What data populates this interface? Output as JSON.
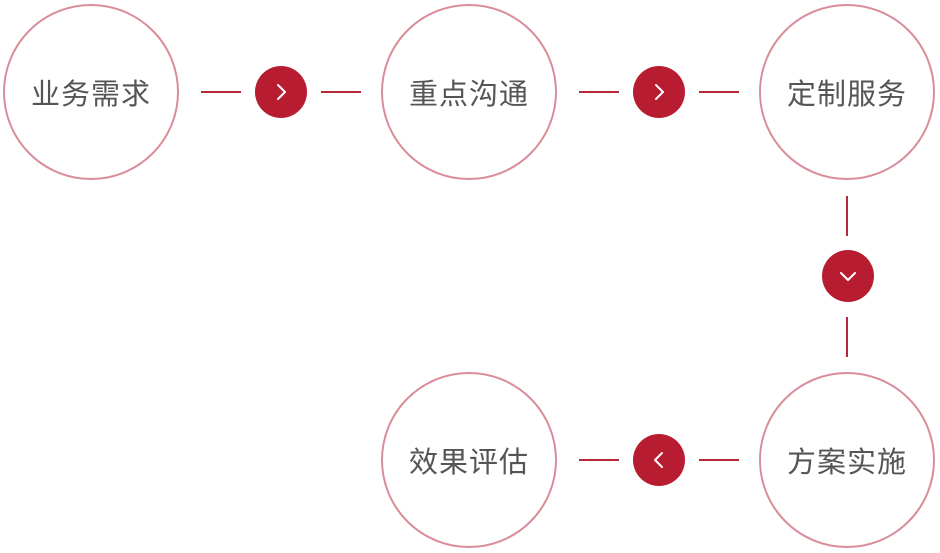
{
  "steps": [
    {
      "label": "业务需求"
    },
    {
      "label": "重点沟通"
    },
    {
      "label": "定制服务"
    },
    {
      "label": "方案实施"
    },
    {
      "label": "效果评估"
    }
  ],
  "colors": {
    "circle_border": "#d98d99",
    "arrow_fill": "#b81c30",
    "connector": "#b5293a",
    "label_text": "#555555"
  },
  "icons": [
    "chevron-right-icon",
    "chevron-right-icon",
    "chevron-down-icon",
    "chevron-left-icon"
  ]
}
